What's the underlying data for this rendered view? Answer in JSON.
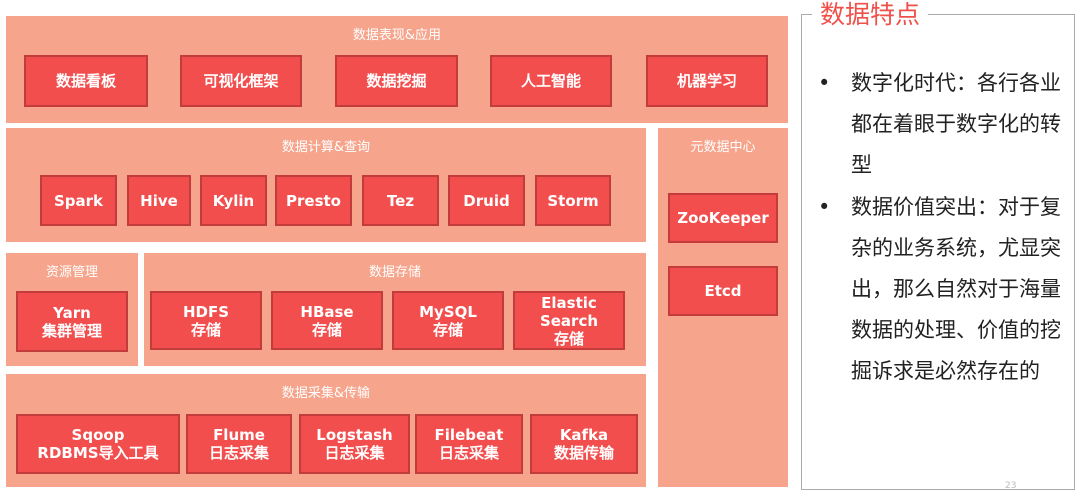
{
  "layers": {
    "app": {
      "title": "数据表现&应用",
      "items": [
        "数据看板",
        "可视化框架",
        "数据挖掘",
        "人工智能",
        "机器学习"
      ]
    },
    "compute": {
      "title": "数据计算&查询",
      "items": [
        "Spark",
        "Hive",
        "Kylin",
        "Presto",
        "Tez",
        "Druid",
        "Storm"
      ]
    },
    "meta": {
      "title": "元数据中心",
      "items": [
        "ZooKeeper",
        "Etcd"
      ]
    },
    "resource": {
      "title": "资源管理",
      "items": [
        {
          "name": "Yarn",
          "sub": "集群管理"
        }
      ]
    },
    "storage": {
      "title": "数据存储",
      "items": [
        {
          "name": "HDFS",
          "sub": "存储"
        },
        {
          "name": "HBase",
          "sub": "存储"
        },
        {
          "name": "MySQL",
          "sub": "存储"
        },
        {
          "name": "Elastic Search",
          "sub": "存储"
        }
      ]
    },
    "collect": {
      "title": "数据采集&传输",
      "items": [
        {
          "name": "Sqoop",
          "sub": "RDBMS导入工具"
        },
        {
          "name": "Flume",
          "sub": "日志采集"
        },
        {
          "name": "Logstash",
          "sub": "日志采集"
        },
        {
          "name": "Filebeat",
          "sub": "日志采集"
        },
        {
          "name": "Kafka",
          "sub": "数据传输"
        }
      ]
    }
  },
  "sidebar": {
    "title": "数据特点",
    "bullet": "•",
    "points": [
      "数字化时代：各行各业都在着眼于数字化的转型",
      "数据价值突出：对于复杂的业务系统，尤显突出，那么自然对于海量数据的处理、价值的挖掘诉求是必然存在的"
    ]
  },
  "page_number": "23",
  "colors": {
    "panel": "#f6a58c",
    "box": "#f24e4e",
    "title": "#f0504a"
  }
}
